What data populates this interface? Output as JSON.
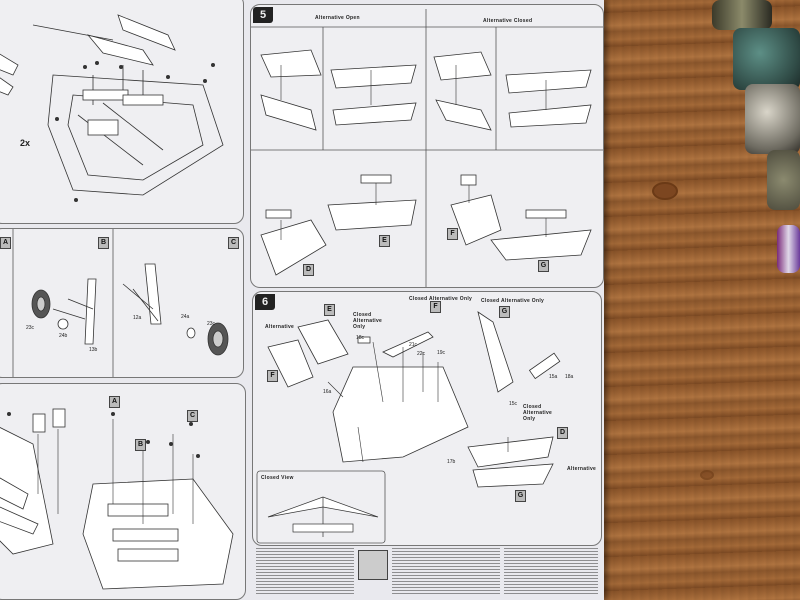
{
  "sheet": {
    "step5": {
      "number": "5",
      "open_label": "Alternative Open",
      "closed_label": "Alternative Closed",
      "sub_labels": [
        "D",
        "E",
        "F",
        "G"
      ]
    },
    "step6": {
      "number": "6",
      "labels": {
        "closed_alt_only_f": "Closed Alternative Only",
        "closed_alt_only_g": "Closed Alternative Only",
        "alternative_left": "Alternative",
        "closed_alt_only_mid": "Closed Alternative Only",
        "closed_alt_only_right": "Closed Alternative Only",
        "alternative_right": "Alternative",
        "closed_view": "Closed View"
      },
      "sub_labels": [
        "E",
        "F",
        "F",
        "G",
        "D",
        "G"
      ]
    },
    "gear_panel": {
      "labels": [
        "A",
        "B",
        "C"
      ]
    },
    "lower_left": {
      "labels": [
        "A",
        "B",
        "C"
      ]
    },
    "top_left": {
      "count_label": "2x"
    },
    "part_numbers": [
      "23c",
      "24b",
      "13b",
      "12a",
      "24a",
      "23c",
      "21c",
      "22c",
      "18c",
      "16a",
      "17b",
      "15c",
      "15a",
      "18a",
      "19c"
    ]
  },
  "colors": {
    "paper": "#e9e9ee",
    "wood": "#9b6233",
    "ink": "#222222"
  }
}
